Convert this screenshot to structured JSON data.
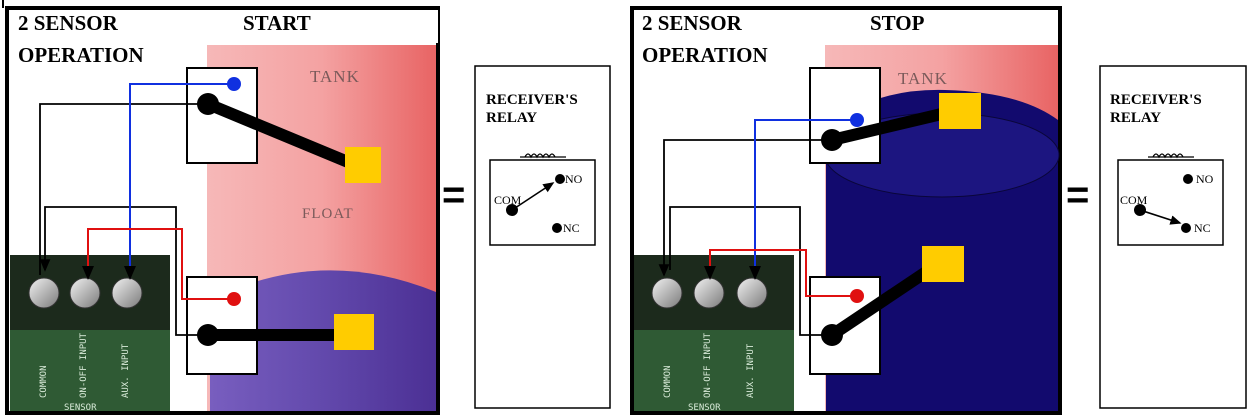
{
  "start_panel": {
    "title_line1": "2 SENSOR",
    "title_line2": "OPERATION",
    "state": "START",
    "tank_label": "TANK",
    "float_label": "FLOAT"
  },
  "stop_panel": {
    "title_line1": "2 SENSOR",
    "title_line2": "OPERATION",
    "state": "STOP",
    "tank_label": "TANK"
  },
  "terminals": {
    "common": "COMMON",
    "on_off": "ON-OFF INPUT",
    "aux": "AUX. INPUT",
    "board": "SENSOR"
  },
  "relay_start": {
    "title_line1": "RECEIVER'S",
    "title_line2": "RELAY",
    "com": "COM",
    "no": "NO",
    "nc": "NC"
  },
  "relay_stop": {
    "title_line1": "RECEIVER'S",
    "title_line2": "RELAY",
    "com": "COM",
    "no": "NO",
    "nc": "NC"
  },
  "equals_symbol": "=",
  "colors": {
    "tank_empty": "#f4a0a0",
    "water": "#120a6e",
    "float": "#ffcc00",
    "wire_blue": "#1030e0",
    "wire_red": "#e01010",
    "board_green": "#2f5a34"
  }
}
